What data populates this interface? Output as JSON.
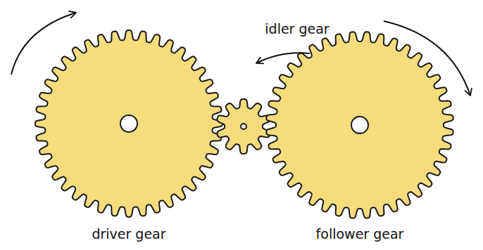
{
  "diagram": {
    "labels": [
      "idler gear",
      "driver gear",
      "follower gear"
    ]
  }
}
